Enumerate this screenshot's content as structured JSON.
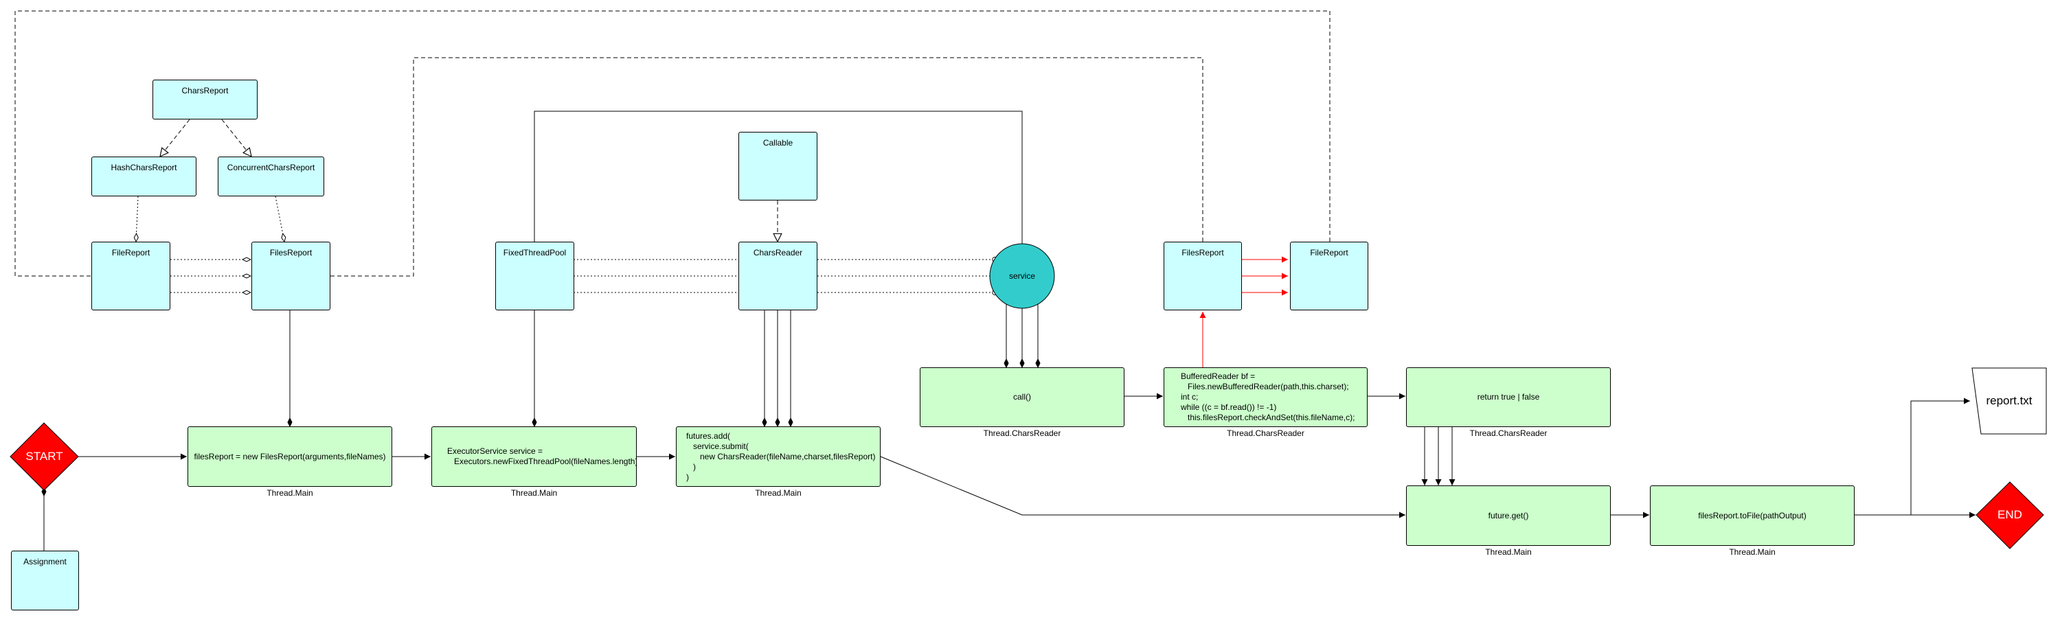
{
  "classes": {
    "chars_report": "CharsReport",
    "hash_chars_report": "HashCharsReport",
    "concurrent_chars_report": "ConcurrentCharsReport",
    "file_report_left": "FileReport",
    "files_report_left": "FilesReport",
    "fixed_thread_pool": "FixedThreadPool",
    "callable": "Callable",
    "chars_reader": "CharsReader",
    "service": "service",
    "files_report_right": "FilesReport",
    "file_report_right": "FileReport",
    "assignment": "Assignment"
  },
  "terminals": {
    "start": "START",
    "end": "END"
  },
  "document": {
    "label": "report.txt"
  },
  "actions": {
    "files_report_new": "filesReport = new FilesReport(arguments,fileNames)",
    "executor_service": "ExecutorService service =\n   Executors.newFixedThreadPool(fileNames.length)",
    "futures_add": "futures.add(\n   service.submit(\n      new CharsReader(fileName,charset,filesReport)\n   )\n)",
    "call": "call()",
    "buffered_reader": "BufferedReader bf =\n   Files.newBufferedReader(path,this.charset);\nint c;\nwhile ((c = bf.read()) != -1)\n   this.filesReport.checkAndSet(this.fileName,c);",
    "return_bool": "return true | false",
    "future_get": "future.get()",
    "to_file": "filesReport.toFile(pathOutput)"
  },
  "captions": {
    "thread_main_1": "Thread.Main",
    "thread_main_2": "Thread.Main",
    "thread_main_3": "Thread.Main",
    "thread_chars_reader_1": "Thread.CharsReader",
    "thread_chars_reader_2": "Thread.CharsReader",
    "thread_chars_reader_3": "Thread.CharsReader",
    "thread_main_4": "Thread.Main",
    "thread_main_5": "Thread.Main"
  },
  "colors": {
    "class_fill": "#ccffff",
    "action_fill": "#ccffcc",
    "service_fill": "#33cccc",
    "terminal_fill": "#ff0000",
    "highlight_arrow": "#ff0000",
    "line": "#000000"
  }
}
